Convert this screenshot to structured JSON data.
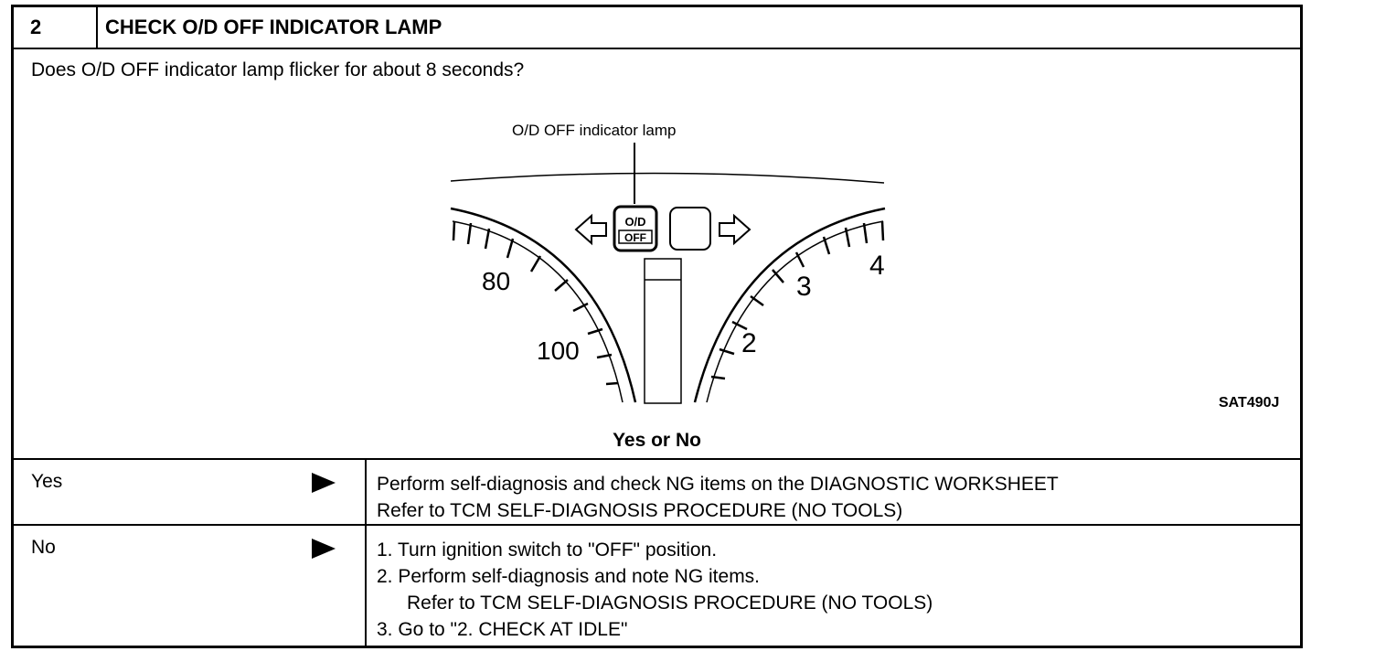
{
  "header": {
    "number": "2",
    "title": "CHECK O/D OFF INDICATOR LAMP"
  },
  "question": "Does O/D OFF indicator lamp flicker for about 8 seconds?",
  "figure": {
    "callout_label": "O/D OFF indicator lamp",
    "lamp_text_top": "O/D",
    "lamp_text_bottom": "OFF",
    "speedo_labels": [
      "80",
      "100"
    ],
    "tacho_labels": [
      "2",
      "3",
      "4"
    ],
    "code": "SAT490J"
  },
  "prompt": "Yes or No",
  "answers": {
    "yes": {
      "label": "Yes",
      "lines": [
        "Perform self-diagnosis and check NG items on the DIAGNOSTIC WORKSHEET",
        "Refer to TCM SELF-DIAGNOSIS PROCEDURE (NO TOOLS)"
      ]
    },
    "no": {
      "label": "No",
      "steps": [
        "1.  Turn ignition switch to \"OFF\" position.",
        "2.  Perform self-diagnosis and note NG items.",
        "Refer to TCM SELF-DIAGNOSIS PROCEDURE (NO TOOLS)",
        "3.  Go to \"2. CHECK AT IDLE\""
      ]
    }
  }
}
